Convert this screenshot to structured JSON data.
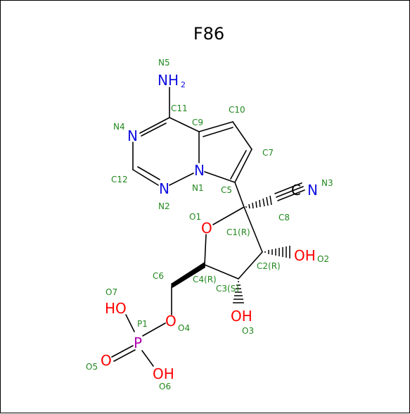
{
  "title": "F86",
  "colors": {
    "bond": "#000000",
    "nitrogen": "#1010e0",
    "oxygen": "#ff0000",
    "phosphorus": "#b000b0",
    "label": "#22881e",
    "hydrogen_highlight": "#3a9a3a"
  },
  "atoms": {
    "n_amine": "NH",
    "n_amine_sub": "2",
    "n4": "N",
    "n1": "N",
    "n2": "N",
    "n3": "N",
    "c8_symbol": "C",
    "o1": "O",
    "o2": "OH",
    "o3": "OH",
    "o4": "O",
    "o5": "O",
    "o6": "OH",
    "o7": "HO",
    "p1": "P"
  },
  "labels": {
    "N5": "N5",
    "C11": "C11",
    "C10": "C10",
    "N4": "N4",
    "C9": "C9",
    "C7": "C7",
    "C12": "C12",
    "N1": "N1",
    "C5": "C5",
    "N3": "N3",
    "N2": "N2",
    "C8": "C8",
    "O1": "O1",
    "C1": "C1(R)",
    "O2": "O2",
    "C2": "C2(R)",
    "C6": "C6",
    "C4": "C4(R)",
    "C3": "C3(S)",
    "O7": "O7",
    "P1": "P1",
    "O4": "O4",
    "O3": "O3",
    "O5": "O5",
    "O6": "O6"
  }
}
